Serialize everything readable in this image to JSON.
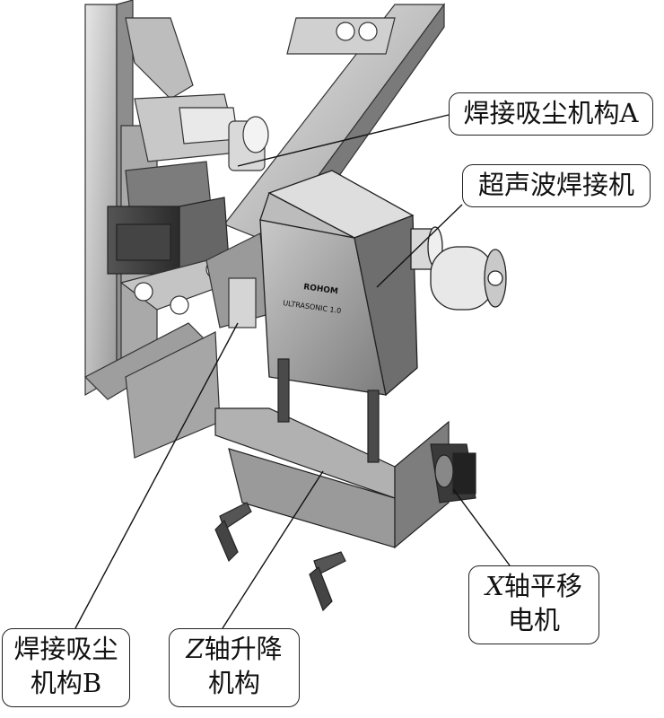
{
  "labels": {
    "dust_a": "焊接吸尘机构A",
    "welder": "超声波焊接机",
    "dust_b_line1": "焊接吸尘",
    "dust_b_line2": "机构B",
    "z_axis_var": "Z",
    "z_axis_line1_rest": "轴升降",
    "z_axis_line2": "机构",
    "x_axis_var": "X",
    "x_axis_line1_rest": "轴平移",
    "x_axis_line2": "电机"
  },
  "welder_plate": {
    "line1": "ROHOM",
    "line2": "ULTRASONIC 1.0"
  }
}
